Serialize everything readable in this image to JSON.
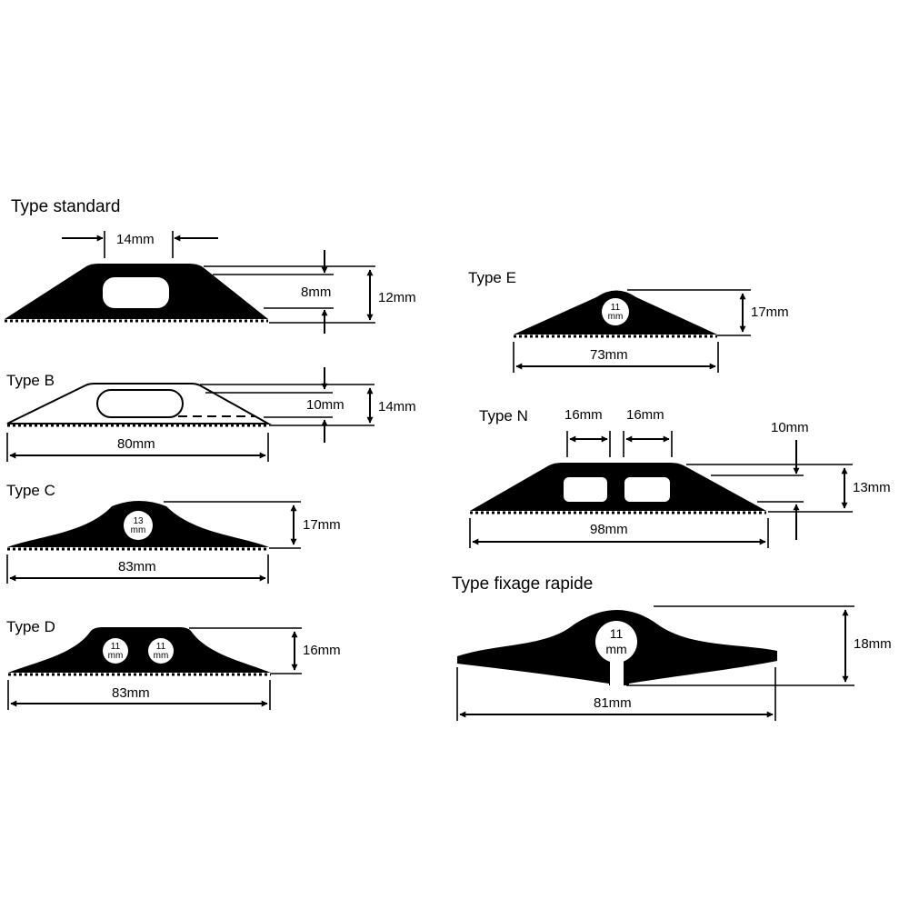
{
  "colors": {
    "profile": "#000000",
    "background": "#ffffff"
  },
  "profiles": {
    "standard": {
      "title": "Type standard",
      "channel_width": "14mm",
      "channel_height": "8mm",
      "total_height": "12mm"
    },
    "b": {
      "title": "Type B",
      "channel_height": "10mm",
      "total_height": "14mm",
      "total_width": "80mm"
    },
    "c": {
      "title": "Type C",
      "hole_number": "13",
      "hole_unit": "mm",
      "total_height": "17mm",
      "total_width": "83mm"
    },
    "d": {
      "title": "Type D",
      "hole1_number": "11",
      "hole1_unit": "mm",
      "hole2_number": "11",
      "hole2_unit": "mm",
      "total_height": "16mm",
      "total_width": "83mm"
    },
    "e": {
      "title": "Type E",
      "hole_number": "11",
      "hole_unit": "mm",
      "total_height": "17mm",
      "total_width": "73mm"
    },
    "n": {
      "title": "Type N",
      "channel1_width": "16mm",
      "channel2_width": "16mm",
      "channel_height": "10mm",
      "total_height": "13mm",
      "total_width": "98mm"
    },
    "fixage": {
      "title": "Type fixage rapide",
      "hole_number": "11",
      "hole_unit": "mm",
      "total_height": "18mm",
      "total_width": "81mm"
    }
  }
}
